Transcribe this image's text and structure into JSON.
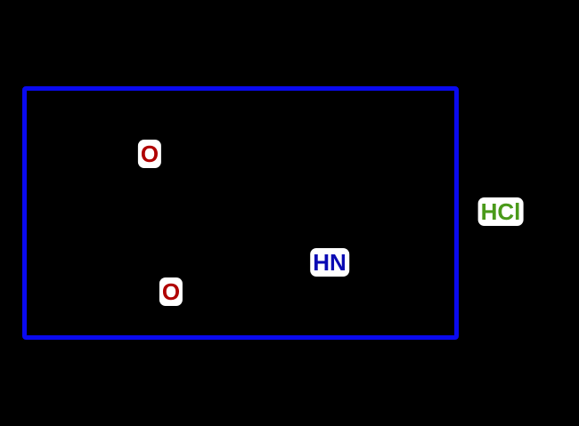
{
  "molecule": {
    "atoms": [
      {
        "label": "O",
        "element": "oxygen",
        "color": "#b00000"
      },
      {
        "label": "O",
        "element": "oxygen",
        "color": "#b00000"
      },
      {
        "label": "HN",
        "element": "nitrogen",
        "color": "#0a0ab4"
      }
    ],
    "salt": {
      "label": "HCl",
      "color": "#4a9a1a"
    },
    "highlight_box_color": "#0a0af0"
  }
}
